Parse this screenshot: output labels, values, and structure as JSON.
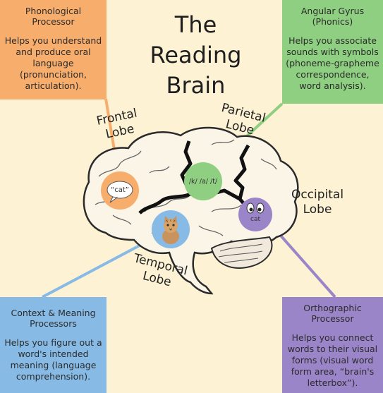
{
  "title": "The Reading Brain",
  "lobes": {
    "frontal": "Frontal Lobe",
    "parietal": "Parietal Lobe",
    "occipital": "Occipital Lobe",
    "temporal": "Temporal Lobe"
  },
  "boxes": {
    "phonological": {
      "title": "Phonological Processor",
      "body": "Helps you understand and produce oral language (pronunciation, articulation).",
      "color": "#f7ad6c"
    },
    "angular": {
      "title": "Angular Gyrus (Phonics)",
      "body": "Helps you associate sounds with symbols (phoneme-grapheme correspondence, word analysis).",
      "color": "#8fcf81"
    },
    "context": {
      "title": "Context & Meaning Processors",
      "body": "Helps you figure out a word's intended meaning (language comprehension).",
      "color": "#87bbe6"
    },
    "orthographic": {
      "title": "Orthographic Processor",
      "body": "Helps you connect words to their visual forms (visual word form area, “brain's letterbox”).",
      "color": "#9b85c9"
    }
  },
  "circles": {
    "phonological": "“cat”",
    "angular": "/k/ /a/ /t/",
    "orthographic": "cat"
  },
  "icons": {
    "temporal": "cat-photo-icon"
  }
}
